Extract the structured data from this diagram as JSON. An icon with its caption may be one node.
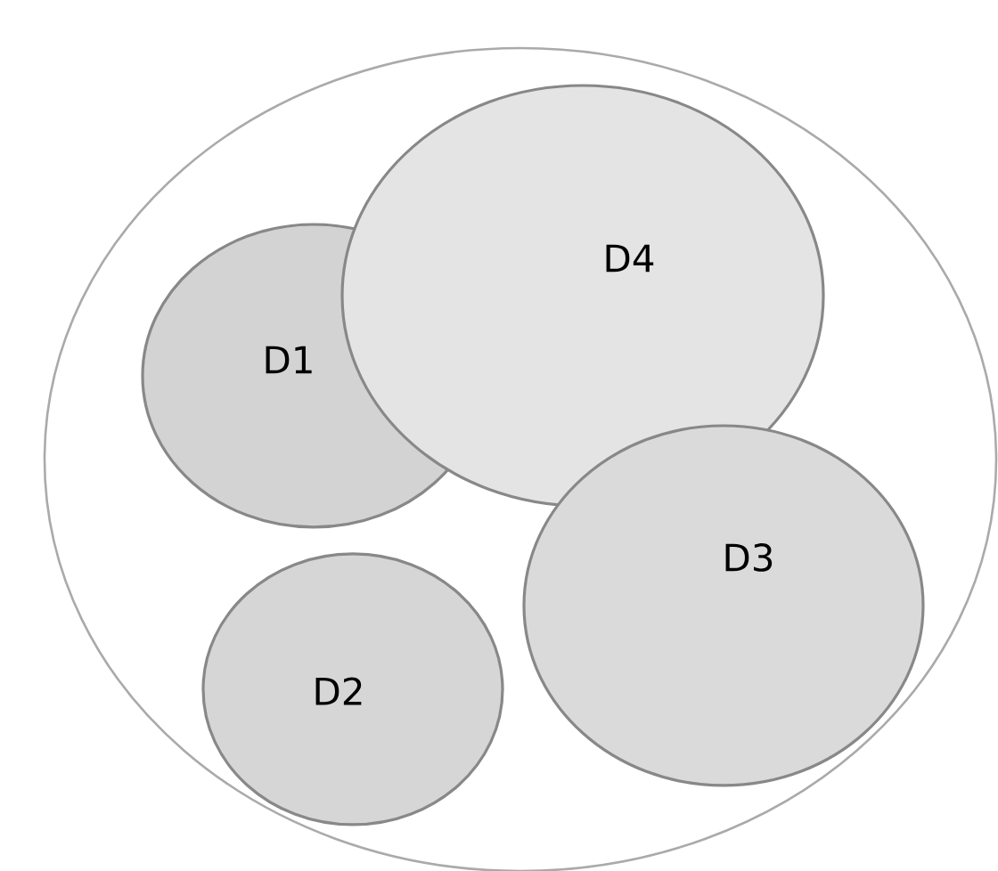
{
  "diagram": {
    "nodes": [
      {
        "text": [],
        "shape": "circle"
      },
      {
        "text": [
          "D4"
        ],
        "in": 0
      },
      {
        "text": [
          "D1"
        ],
        "in": 0
      },
      {
        "text": [
          "D3"
        ],
        "in": 0
      },
      {
        "text": [
          "D2"
        ],
        "in": 0
      }
    ]
  }
}
